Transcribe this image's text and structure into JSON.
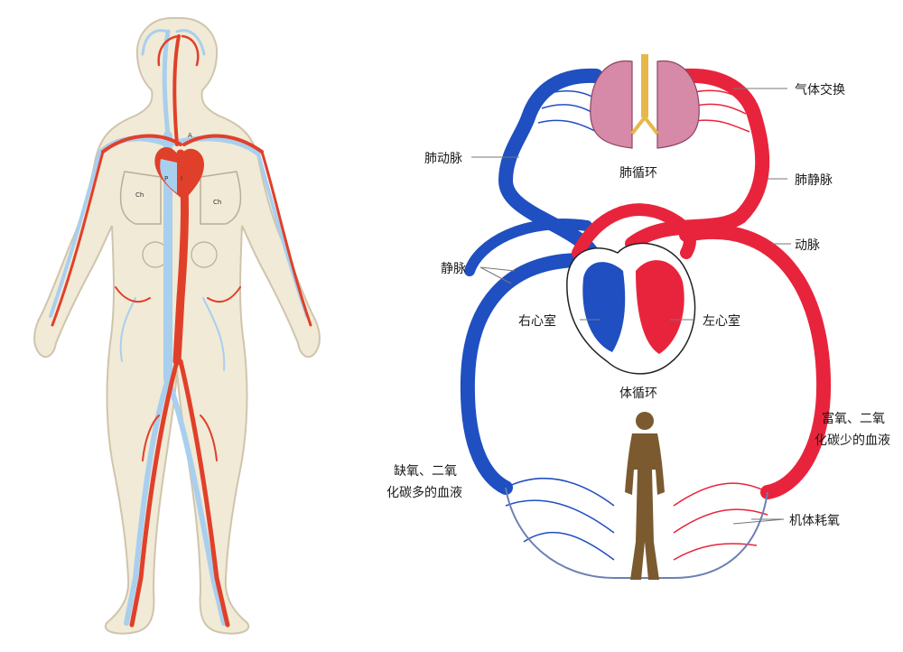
{
  "colors": {
    "artery": "#e0402a",
    "vein": "#a9cfee",
    "oxygenated": "#e8243c",
    "deoxygenated": "#1f4fc0",
    "body_fill": "#f1ead6",
    "human_silhouette": "#7a5a2e",
    "lungs": "#d78aa7"
  },
  "left_figure": {
    "organ_marks": [
      "Ch",
      "Ch",
      "A",
      "P",
      "I"
    ]
  },
  "right_diagram": {
    "labels": {
      "gas_exchange": "气体交换",
      "pulmonary_artery": "肺动脉",
      "pulmonary_circulation": "肺循环",
      "pulmonary_vein": "肺静脉",
      "artery": "动脉",
      "vein": "静脉",
      "right_ventricle": "右心室",
      "left_ventricle": "左心室",
      "systemic_circulation": "体循环",
      "oxygen_rich_line1": "富氧、二氧",
      "oxygen_rich_line2": "化碳少的血液",
      "oxygen_poor_line1": "缺氧、二氧",
      "oxygen_poor_line2": "化碳多的血液",
      "tissue_consumption": "机体耗氧"
    }
  }
}
